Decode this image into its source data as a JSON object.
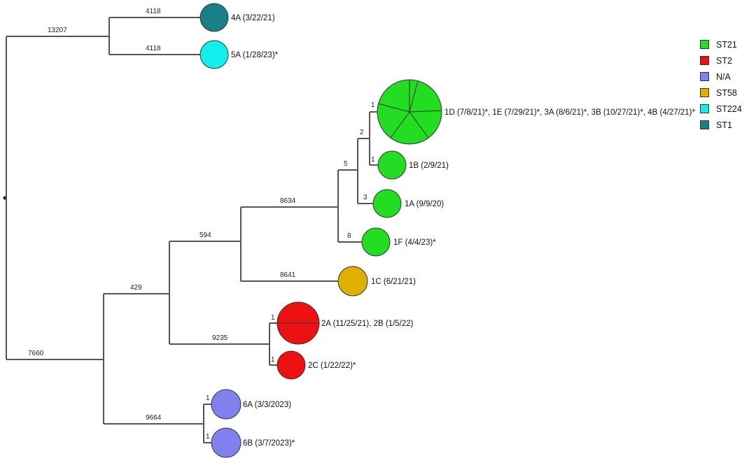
{
  "legend": [
    {
      "label": "ST21",
      "color": "#22dd22"
    },
    {
      "label": "ST2",
      "color": "#ee1111"
    },
    {
      "label": "N/A",
      "color": "#8080ee"
    },
    {
      "label": "ST58",
      "color": "#e0b000"
    },
    {
      "label": "ST224",
      "color": "#11eeee"
    },
    {
      "label": "ST1",
      "color": "#1a8088"
    }
  ],
  "branch_labels": [
    "13207",
    "4118",
    "4118",
    "7660",
    "429",
    "594",
    "8634",
    "5",
    "2",
    "1",
    "1",
    "3",
    "8",
    "8641",
    "9235",
    "1",
    "1",
    "9664",
    "1",
    "1"
  ],
  "tips": [
    {
      "label": "4A (3/22/21)",
      "st": "ST1",
      "color": "#1a8088",
      "isolates": 1
    },
    {
      "label": "5A (1/28/23)*",
      "st": "ST224",
      "color": "#11eeee",
      "isolates": 1
    },
    {
      "label": "1D (7/8/21)*, 1E (7/29/21)*, 3A (8/6/21)*, 3B (10/27/21)*, 4B (4/27/21)*",
      "st": "ST21",
      "color": "#22dd22",
      "isolates": 5
    },
    {
      "label": "1B (2/9/21)",
      "st": "ST21",
      "color": "#22dd22",
      "isolates": 1
    },
    {
      "label": "1A (9/9/20)",
      "st": "ST21",
      "color": "#22dd22",
      "isolates": 1
    },
    {
      "label": "1F (4/4/23)*",
      "st": "ST21",
      "color": "#22dd22",
      "isolates": 1
    },
    {
      "label": "1C (6/21/21)",
      "st": "ST58",
      "color": "#e0b000",
      "isolates": 1
    },
    {
      "label": "2A (11/25/21), 2B (1/5/22)",
      "st": "ST2",
      "color": "#ee1111",
      "isolates": 2
    },
    {
      "label": "2C (1/22/22)*",
      "st": "ST2",
      "color": "#ee1111",
      "isolates": 1
    },
    {
      "label": "6A (3/3/2023)",
      "st": "N/A",
      "color": "#8080ee",
      "isolates": 1
    },
    {
      "label": "6B (3/7/2023)*",
      "st": "N/A",
      "color": "#8080ee",
      "isolates": 1
    }
  ]
}
